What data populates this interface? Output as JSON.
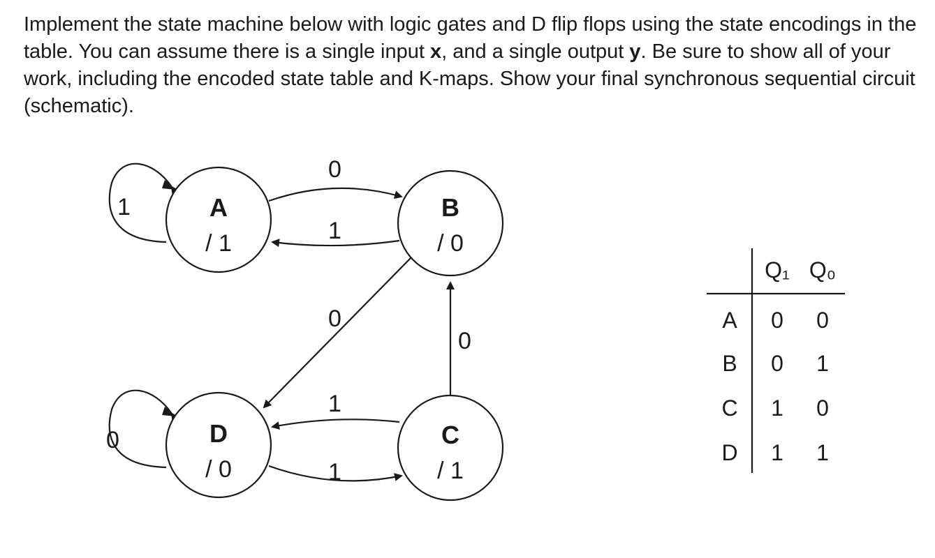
{
  "problem": {
    "part1": "Implement the state machine below with logic gates and D flip flops using the state encodings in the table. You can assume there is a single input ",
    "var_x": "x",
    "part2": ", and a single output ",
    "var_y": "y",
    "part3": ". Be sure to show all of your work, including the encoded state table and K-maps. Show your final synchronous sequential circuit (schematic)."
  },
  "states": {
    "A": {
      "name": "A",
      "output": "/ 1"
    },
    "B": {
      "name": "B",
      "output": "/ 0"
    },
    "C": {
      "name": "C",
      "output": "/ 1"
    },
    "D": {
      "name": "D",
      "output": "/ 0"
    }
  },
  "transitions": {
    "A_self": "1",
    "A_to_B": "0",
    "B_to_A": "1",
    "B_to_D": "0",
    "C_to_B": "0",
    "C_to_D": "1",
    "D_to_C": "1",
    "D_self": "0"
  },
  "encoding_table": {
    "headers": [
      "Q₁",
      "Q₀"
    ],
    "rows": [
      {
        "state": "A",
        "q1": "0",
        "q0": "0"
      },
      {
        "state": "B",
        "q1": "0",
        "q0": "1"
      },
      {
        "state": "C",
        "q1": "1",
        "q0": "0"
      },
      {
        "state": "D",
        "q1": "1",
        "q0": "1"
      }
    ]
  }
}
